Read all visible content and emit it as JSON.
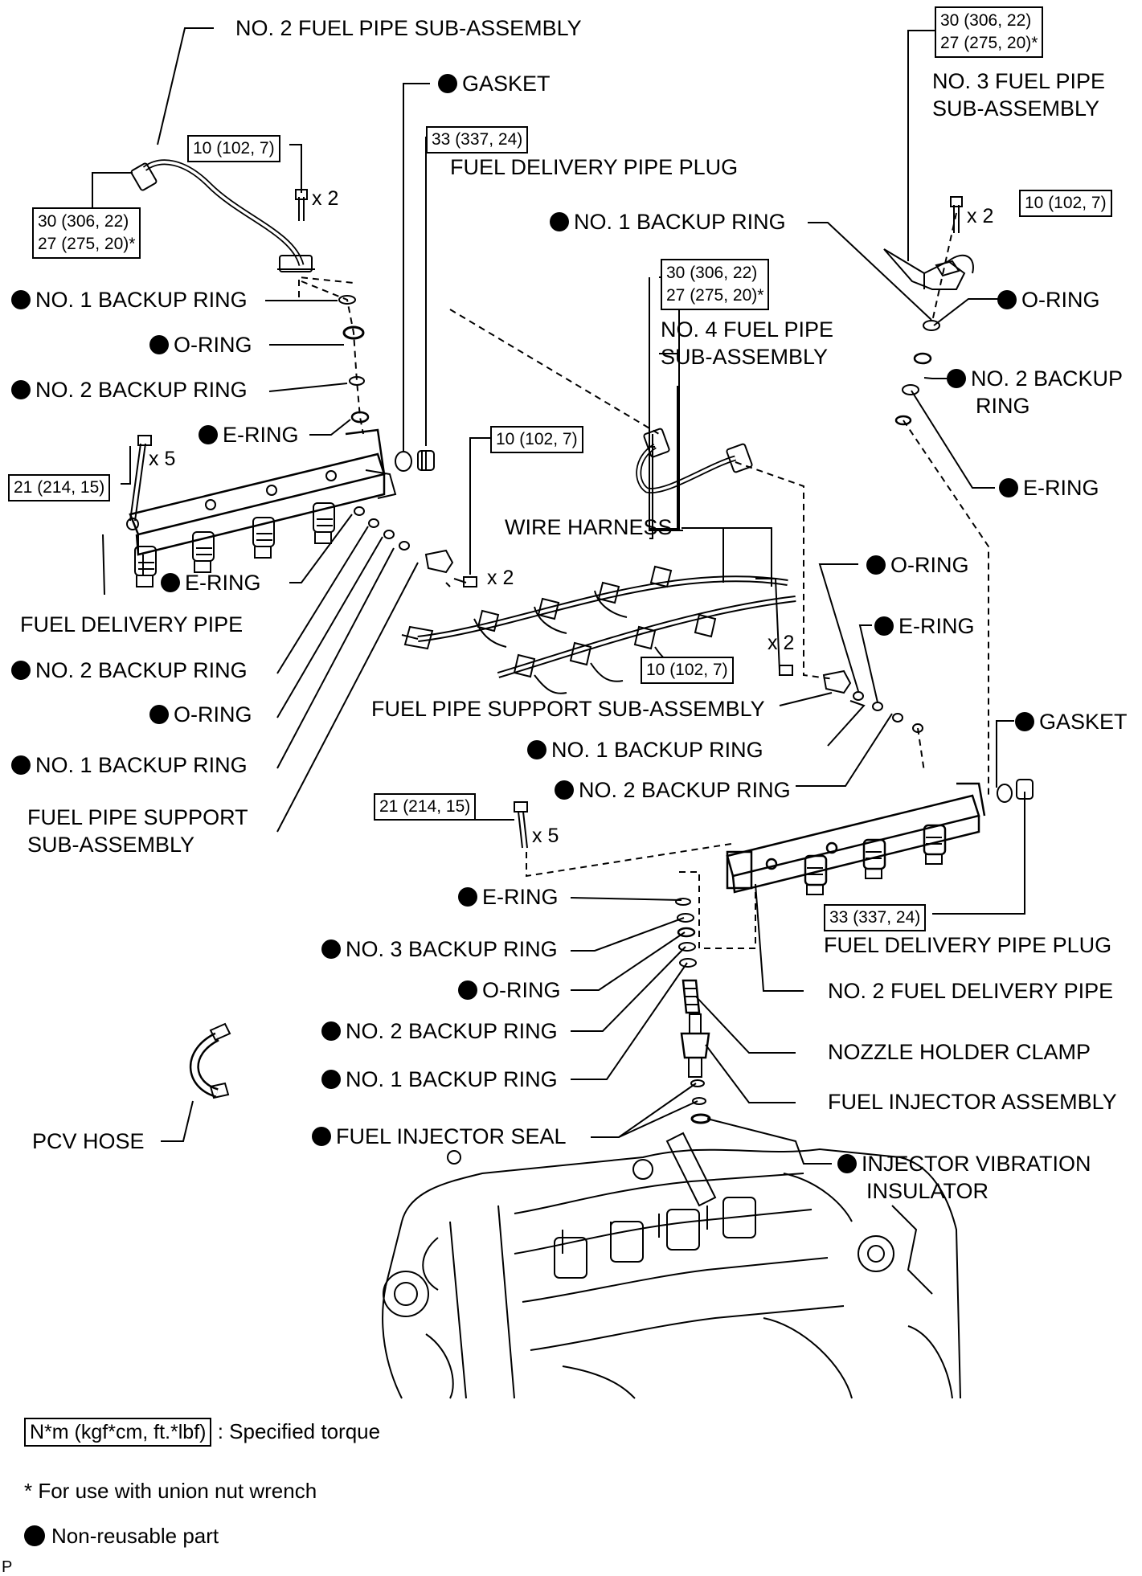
{
  "torque": {
    "t_30_306_22": "30 (306, 22)",
    "t_27_275_20": "27 (275, 20)*",
    "t_10_102_7": "10 (102, 7)",
    "t_33_337_24": "33 (337, 24)",
    "t_21_214_15": "21 (214, 15)"
  },
  "multipliers": {
    "x2": "x 2",
    "x5": "x 5"
  },
  "labels": {
    "no2_fuel_pipe": "NO. 2 FUEL PIPE SUB-ASSEMBLY",
    "gasket": "GASKET",
    "fuel_delivery_pipe_plug": "FUEL DELIVERY PIPE PLUG",
    "no3_fuel_pipe_l1": "NO. 3 FUEL PIPE",
    "no3_fuel_pipe_l2": "SUB-ASSEMBLY",
    "no1_backup_ring": "NO. 1 BACKUP RING",
    "o_ring": "O-RING",
    "no2_backup_ring": "NO. 2 BACKUP RING",
    "no2_backup_l1": "NO. 2 BACKUP",
    "no2_backup_l2": "RING",
    "e_ring": "E-RING",
    "no4_fuel_pipe_l1": "NO. 4 FUEL PIPE",
    "no4_fuel_pipe_l2": "SUB-ASSEMBLY",
    "wire_harness": "WIRE HARNESS",
    "fuel_delivery_pipe": "FUEL DELIVERY PIPE",
    "fuel_pipe_support": "FUEL PIPE SUPPORT SUB-ASSEMBLY",
    "fuel_pipe_support_l1": "FUEL PIPE SUPPORT",
    "fuel_pipe_support_l2": "SUB-ASSEMBLY",
    "no3_backup_ring": "NO. 3 BACKUP RING",
    "no2_fuel_delivery_pipe": "NO. 2 FUEL DELIVERY PIPE",
    "nozzle_holder_clamp": "NOZZLE HOLDER CLAMP",
    "fuel_injector_assembly": "FUEL INJECTOR ASSEMBLY",
    "fuel_injector_seal": "FUEL INJECTOR SEAL",
    "injector_vibration_l1": "INJECTOR VIBRATION",
    "injector_vibration_l2": "INSULATOR",
    "pcv_hose": "PCV HOSE"
  },
  "legend": {
    "torque_box": "N*m (kgf*cm, ft.*lbf)",
    "torque_desc": ": Specified torque",
    "union_nut": "* For use with union nut wrench",
    "non_reusable": "Non-reusable part"
  },
  "corner_mark": "P"
}
